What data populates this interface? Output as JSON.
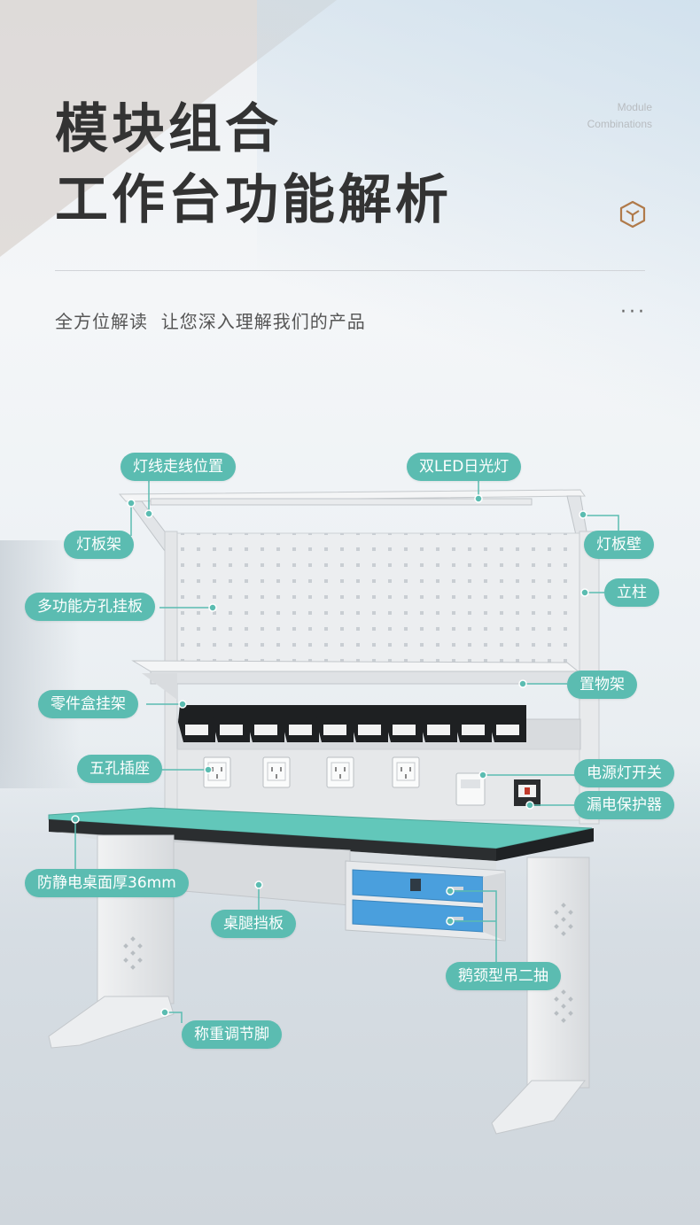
{
  "header": {
    "title_line1": "模块组合",
    "title_line2": "工作台功能解析",
    "module_en_line1": "Module",
    "module_en_line2": "Combinations",
    "subtitle": "全方位解读  让您深入理解我们的产品",
    "more": "···",
    "cube_icon": "cube-icon"
  },
  "colors": {
    "accent": "#5bbcb1",
    "desktop": "#5ec3b6",
    "drawer": "#4a9fdd",
    "frame": "#e6e8ea",
    "bins": "#1e2022"
  },
  "labels": {
    "light_wire": "灯线走线位置",
    "dual_led": "双LED日光灯",
    "lamp_bracket": "灯板架",
    "lamp_wall": "灯板壁",
    "pegboard": "多功能方孔挂板",
    "column": "立柱",
    "shelf": "置物架",
    "bin_rack": "零件盒挂架",
    "socket": "五孔插座",
    "power_switch": "电源灯开关",
    "leakage_protector": "漏电保护器",
    "desktop": "防静电桌面厚36mm",
    "leg_baffle": "桌腿挡板",
    "drawer": "鹅颈型吊二抽",
    "feet": "称重调节脚"
  }
}
